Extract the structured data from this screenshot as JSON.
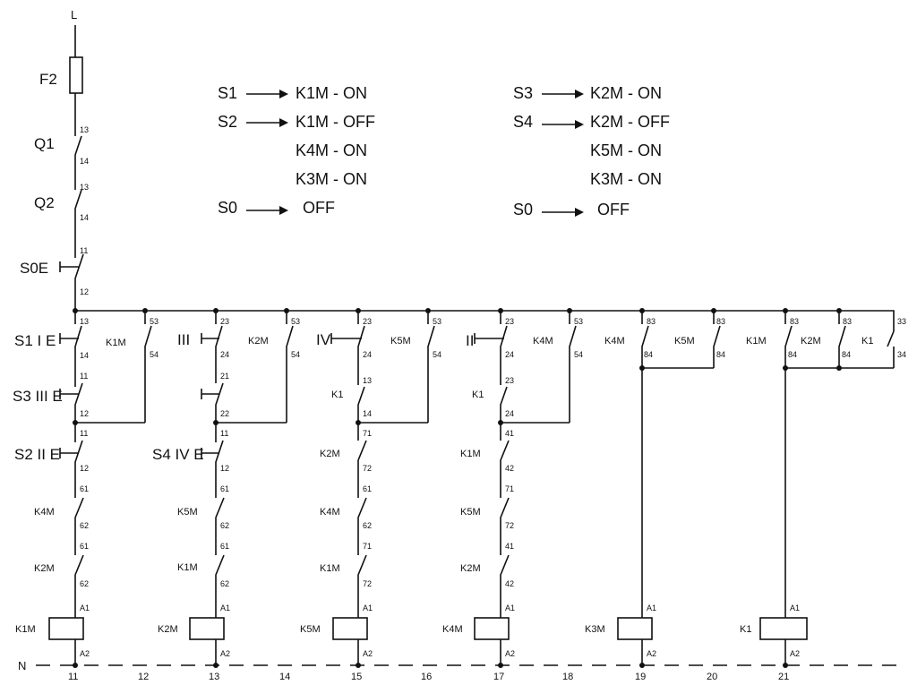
{
  "rails": {
    "line": "L",
    "neutral": "N"
  },
  "legend": {
    "left": [
      {
        "switch": "S1",
        "states": [
          "K1M - ON"
        ]
      },
      {
        "switch": "S2",
        "states": [
          "K1M - OFF",
          "K4M - ON",
          "K3M - ON"
        ]
      },
      {
        "switch": "S0",
        "states": [
          "OFF"
        ]
      }
    ],
    "right": [
      {
        "switch": "S3",
        "states": [
          "K2M - ON"
        ]
      },
      {
        "switch": "S4",
        "states": [
          "K2M - OFF",
          "K5M - ON",
          "K3M - ON"
        ]
      },
      {
        "switch": "S0",
        "states": [
          "OFF"
        ]
      }
    ]
  },
  "supply": [
    {
      "name": "F2",
      "type": "fuse"
    },
    {
      "name": "Q1",
      "type": "no-contact",
      "terminals": [
        "13",
        "14"
      ]
    },
    {
      "name": "Q2",
      "type": "no-contact",
      "terminals": [
        "13",
        "14"
      ]
    },
    {
      "name": "S0E",
      "type": "nc-pushbutton",
      "terminals": [
        "11",
        "12"
      ]
    }
  ],
  "columns": [
    {
      "rung": "11",
      "coil": "K1M",
      "seal": {
        "name": "K1M",
        "terminals": [
          "53",
          "54"
        ]
      },
      "contacts": [
        {
          "name": "S1 I E",
          "type": "no-push",
          "terminals": [
            "13",
            "14"
          ]
        },
        {
          "name": "S3 III E",
          "type": "nc-push",
          "terminals": [
            "11",
            "12"
          ]
        },
        {
          "name": "S2 II E",
          "type": "nc-push",
          "terminals": [
            "11",
            "12"
          ]
        },
        {
          "name": "K4M",
          "type": "nc",
          "terminals": [
            "61",
            "62"
          ]
        },
        {
          "name": "K2M",
          "type": "nc",
          "terminals": [
            "61",
            "62"
          ]
        }
      ]
    },
    {
      "rung": "13",
      "coil": "K2M",
      "seal": {
        "name": "K2M",
        "terminals": [
          "53",
          "54"
        ]
      },
      "contacts": [
        {
          "name": "III",
          "type": "no-push",
          "terminals": [
            "23",
            "24"
          ]
        },
        {
          "name": "",
          "type": "nc-push",
          "terminals": [
            "21",
            "22"
          ]
        },
        {
          "name": "S4 IV E",
          "type": "nc-push",
          "terminals": [
            "11",
            "12"
          ]
        },
        {
          "name": "K5M",
          "type": "nc",
          "terminals": [
            "61",
            "62"
          ]
        },
        {
          "name": "K1M",
          "type": "nc",
          "terminals": [
            "61",
            "62"
          ]
        }
      ]
    },
    {
      "rung": "15",
      "coil": "K5M",
      "seal": {
        "name": "K5M",
        "terminals": [
          "53",
          "54"
        ]
      },
      "contacts": [
        {
          "name": "IV",
          "type": "no-push",
          "terminals": [
            "23",
            "24"
          ]
        },
        {
          "name": "K1",
          "type": "no",
          "terminals": [
            "13",
            "14"
          ]
        },
        {
          "name": "K2M",
          "type": "nc",
          "terminals": [
            "71",
            "72"
          ]
        },
        {
          "name": "K4M",
          "type": "nc",
          "terminals": [
            "61",
            "62"
          ]
        },
        {
          "name": "K1M",
          "type": "nc",
          "terminals": [
            "71",
            "72"
          ]
        }
      ]
    },
    {
      "rung": "17",
      "coil": "K4M",
      "seal": {
        "name": "K4M",
        "terminals": [
          "53",
          "54"
        ]
      },
      "contacts": [
        {
          "name": "II",
          "type": "no-push",
          "terminals": [
            "23",
            "24"
          ]
        },
        {
          "name": "K1",
          "type": "no",
          "terminals": [
            "23",
            "24"
          ]
        },
        {
          "name": "K1M",
          "type": "nc",
          "terminals": [
            "41",
            "42"
          ]
        },
        {
          "name": "K5M",
          "type": "nc",
          "terminals": [
            "71",
            "72"
          ]
        },
        {
          "name": "K2M",
          "type": "nc",
          "terminals": [
            "41",
            "42"
          ]
        }
      ]
    },
    {
      "rung": "19",
      "coil": "K3M",
      "contacts": [
        {
          "name": "K4M",
          "type": "no",
          "terminals": [
            "83",
            "84"
          ]
        },
        {
          "name": "K5M",
          "type": "no",
          "terminals": [
            "83",
            "84"
          ]
        }
      ]
    },
    {
      "rung": "21",
      "coil": "K1",
      "contacts": [
        {
          "name": "K1M",
          "type": "no",
          "terminals": [
            "83",
            "84"
          ]
        },
        {
          "name": "K2M",
          "type": "no",
          "terminals": [
            "83",
            "84"
          ]
        },
        {
          "name": "K1",
          "type": "no",
          "terminals": [
            "33",
            "34"
          ]
        }
      ]
    }
  ],
  "rung_numbers": [
    "11",
    "12",
    "13",
    "14",
    "15",
    "16",
    "17",
    "18",
    "19",
    "20",
    "21"
  ],
  "coil_terminals": [
    "A1",
    "A2"
  ]
}
